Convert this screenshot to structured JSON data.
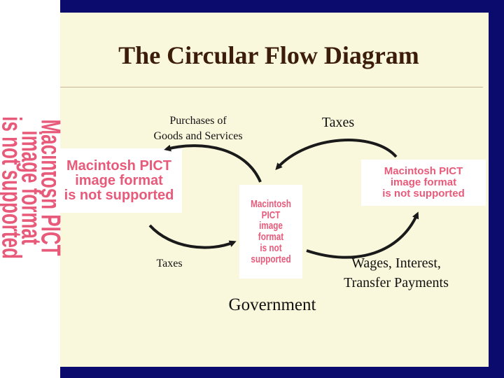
{
  "title": "The Circular Flow Diagram",
  "labels": {
    "purchases_line1": "Purchases of",
    "purchases_line2": "Goods and Services",
    "taxes_top": "Taxes",
    "taxes_left": "Taxes",
    "wages_line1": "Wages, Interest,",
    "wages_line2": "Transfer Payments",
    "government": "Government"
  },
  "placeholders": {
    "line1": "Macintosh PICT",
    "line2": "image format",
    "line3": "is not supported"
  },
  "colors": {
    "frame": "#0b0b6e",
    "slide_background": "#faf8dc",
    "title": "#3b1d0a",
    "arrow": "#1a1a1a",
    "placeholder_text": "#e85a7a"
  }
}
